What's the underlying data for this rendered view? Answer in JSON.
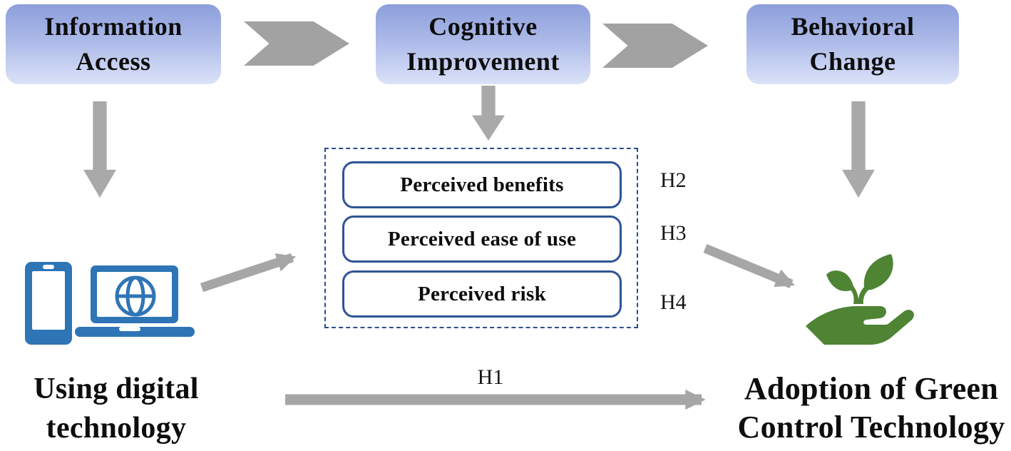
{
  "figure": {
    "description_labels": {
      "flow_boxes": [
        {
          "name": "information-access",
          "line1": "Information",
          "line2": "Access"
        },
        {
          "name": "cognitive-improvement",
          "line1": "Cognitive",
          "line2": "Improvement"
        },
        {
          "name": "behavioral-change",
          "line1": "Behavioral",
          "line2": "Change"
        }
      ],
      "mediator_panel": {
        "items": [
          {
            "label": "Perceived benefits",
            "hypothesis": "H2"
          },
          {
            "label": "Perceived ease of use",
            "hypothesis": "H3"
          },
          {
            "label": "Perceived risk",
            "hypothesis": "H4"
          }
        ]
      },
      "hypotheses": {
        "h1": "H1"
      },
      "concepts": {
        "digital_technology": {
          "line1": "Using digital",
          "line2": "technology",
          "icon": "smartphone-laptop-globe-icon"
        },
        "green_adoption": {
          "line1": "Adoption of Green",
          "line2": "Control Technology",
          "icon": "hand-holding-seedling-icon"
        }
      }
    },
    "colors": {
      "flow_box_gradient_top": "#8c9edb",
      "flow_box_gradient_bottom": "#dbe2f8",
      "arrow_gray": "#a6a6a6",
      "panel_border_blue": "#2e5493",
      "device_blue": "#2e75b6",
      "plant_green": "#4e8434",
      "text_black": "#0d0d0d"
    }
  }
}
